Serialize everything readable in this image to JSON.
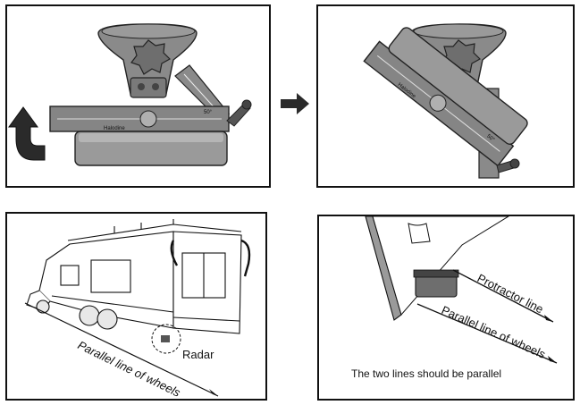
{
  "panel1": {
    "brand": "Halodine",
    "angle": "50°"
  },
  "panel2": {
    "brand": "Halodine",
    "angle": "50°"
  },
  "panel3": {
    "radar_label": "Radar",
    "wheels_label": "Parallel line of wheels"
  },
  "panel4": {
    "protractor_label": "Protractor line",
    "wheels_label": "Parallel line of wheels",
    "note": "The two lines should be parallel"
  },
  "colors": {
    "bracket": "#7d7d7d",
    "dark": "#555555",
    "outline": "#222222",
    "panel_border": "#111111"
  }
}
